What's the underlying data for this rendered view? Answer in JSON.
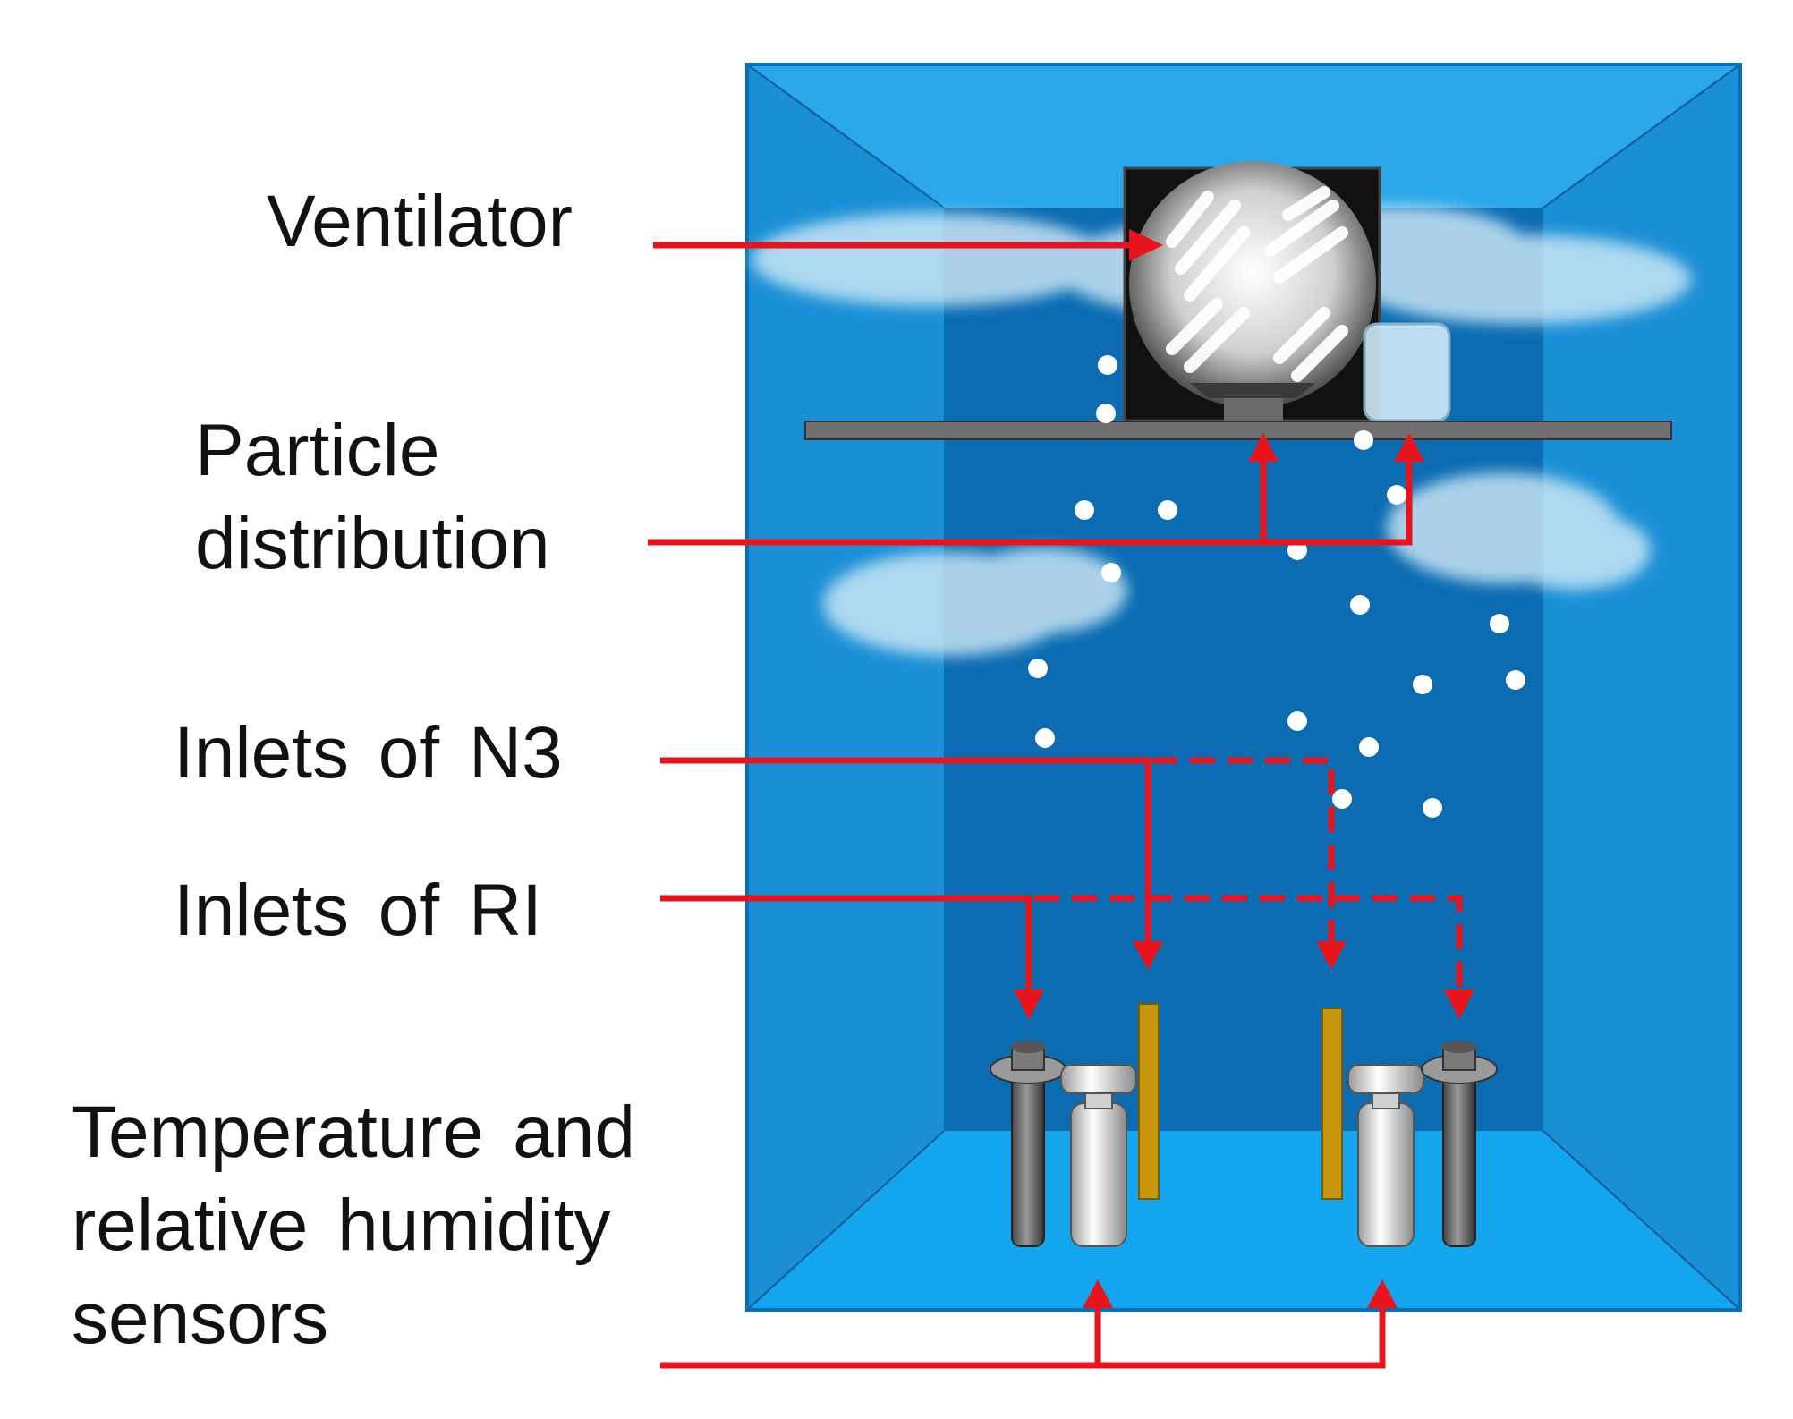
{
  "labels": {
    "ventilator": "Ventilator",
    "particle_distribution_line1": "Particle",
    "particle_distribution_line2": "distribution",
    "inlets_n3": "Inlets of N3",
    "inlets_ri": "Inlets of RI",
    "sensors_line1": "Temperature and",
    "sensors_line2": "relative humidity",
    "sensors_line3": "sensors"
  },
  "colors": {
    "chamber_outer": "#0aa0e6",
    "chamber_back": "#0b6bb0",
    "arrow": "#e8141c",
    "inlet_tube": "#c8960a",
    "particles": "#ffffff",
    "cloud": "#c9e6f5"
  }
}
